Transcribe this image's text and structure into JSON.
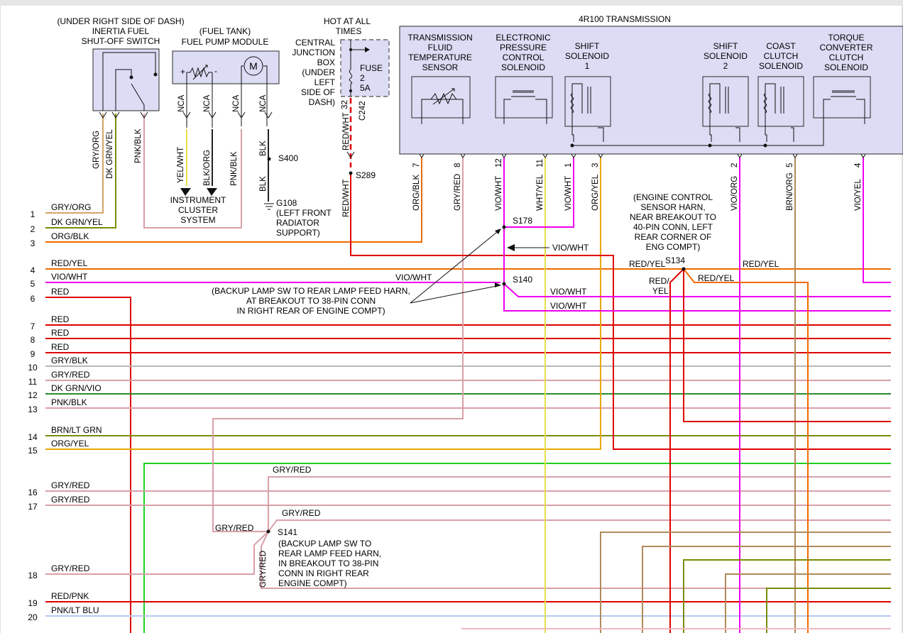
{
  "colors": {
    "RED": "#e00000",
    "ORANGE": "#ef6a00",
    "MAGENTA": "#ee00ee",
    "PINK": "#d9a0a8",
    "GRAY": "#b8b8b8",
    "GREEN": "#1fcf1f",
    "DKGREEN": "#2e8b2e",
    "OLIVE": "#7a8c00",
    "YELLOW": "#e6df4a",
    "TAN": "#d6a56a",
    "BROWN": "#b08a5a",
    "GOLD": "#e7a800",
    "LIGHTBLUE": "#b8c8f0",
    "BLACK": "#222222",
    "LIGHTPINK": "#f0b8c0"
  },
  "left_rows": [
    {
      "num": "1",
      "label": "GRY/ORG"
    },
    {
      "num": "2",
      "label": "DK GRN/YEL"
    },
    {
      "num": "3",
      "label": "ORG/BLK"
    },
    {
      "num": "4",
      "label": "RED/YEL"
    },
    {
      "num": "5",
      "label": "VIO/WHT"
    },
    {
      "num": "6",
      "label": "RED"
    },
    {
      "num": "7",
      "label": "RED"
    },
    {
      "num": "8",
      "label": "RED"
    },
    {
      "num": "9",
      "label": "RED"
    },
    {
      "num": "10",
      "label": "GRY/BLK"
    },
    {
      "num": "11",
      "label": "GRY/RED"
    },
    {
      "num": "12",
      "label": "DK GRN/VIO"
    },
    {
      "num": "13",
      "label": "PNK/BLK"
    },
    {
      "num": "14",
      "label": "BRN/LT GRN"
    },
    {
      "num": "15",
      "label": "ORG/YEL"
    },
    {
      "num": "16",
      "label": "GRY/RED"
    },
    {
      "num": "17",
      "label": "GRY/RED"
    },
    {
      "num": "18",
      "label": "GRY/RED"
    },
    {
      "num": "19",
      "label": "RED/PNK"
    },
    {
      "num": "20",
      "label": "PNK/LT BLU"
    }
  ],
  "inertia": {
    "note": "(UNDER RIGHT SIDE OF DASH)",
    "title1": "INERTIA FUEL",
    "title2": "SHUT-OFF SWITCH",
    "w1": "GRY/ORG",
    "w2": "DK GRN/YEL",
    "w3": "PNK/BLK"
  },
  "fuelpump": {
    "note": "(FUEL TANK)",
    "title": "FUEL PUMP MODULE",
    "motor": "M",
    "plus": "+",
    "minus": "-",
    "nca": "NCA",
    "w1": "YEL/WHT",
    "w2": "BLK/ORG",
    "w3": "PNK/BLK",
    "w4": "BLK",
    "w5": "BLK"
  },
  "cluster": {
    "l1": "INSTRUMENT",
    "l2": "CLUSTER",
    "l3": "SYSTEM"
  },
  "s400": "S400",
  "g108": {
    "name": "G108",
    "l1": "(LEFT FRONT",
    "l2": "RADIATOR",
    "l3": "SUPPORT)"
  },
  "junction": {
    "hot1": "HOT AT ALL",
    "hot2": "TIMES",
    "l1": "CENTRAL",
    "l2": "JUNCTION",
    "l3": "BOX",
    "l4": "(UNDER",
    "l5": "LEFT",
    "l6": "SIDE OF",
    "l7": "DASH)",
    "fuse": "FUSE",
    "fuse_num": "2",
    "fuse_amp": "5A",
    "pin": "32",
    "conn": "C242",
    "w1": "RED/WHT",
    "w2": "RED/WHT",
    "splice": "S289"
  },
  "trans": {
    "title": "4R100 TRANSMISSION",
    "tft": [
      "TRANSMISSION",
      "FLUID",
      "TEMPERATURE",
      "SENSOR"
    ],
    "epc": [
      "ELECTRONIC",
      "PRESSURE",
      "CONTROL",
      "SOLENOID"
    ],
    "ss1": [
      "SHIFT",
      "SOLENOID",
      "1"
    ],
    "ss2": [
      "SHIFT",
      "SOLENOID",
      "2"
    ],
    "ccs": [
      "COAST",
      "CLUTCH",
      "SOLENOID"
    ],
    "tcc": [
      "TORQUE",
      "CONVERTER",
      "CLUTCH",
      "SOLENOID"
    ],
    "pins": [
      {
        "num": "7",
        "label": "ORG/BLK"
      },
      {
        "num": "8",
        "label": "GRY/RED"
      },
      {
        "num": "12",
        "label": "VIO/WHT"
      },
      {
        "num": "11",
        "label": "WHT/YEL"
      },
      {
        "num": "1",
        "label": "VIO/WHT"
      },
      {
        "num": "3",
        "label": "ORG/YEL"
      },
      {
        "num": "2",
        "label": "VIO/ORG"
      },
      {
        "num": "5",
        "label": "BRN/ORG"
      },
      {
        "num": "4",
        "label": "VIO/YEL"
      }
    ]
  },
  "splices": {
    "s178": "S178",
    "s140": "S140",
    "s134": "S134",
    "s141": "S141",
    "vio_wht": "VIO/WHT",
    "red_yel": "RED/YEL",
    "red_slash": "RED/",
    "yel": "YEL",
    "gry_red": "GRY/RED"
  },
  "ecs_note": [
    "(ENGINE CONTROL",
    "SENSOR HARN,",
    "NEAR BREAKOUT TO",
    "40-PIN CONN, LEFT",
    "REAR CORNER OF",
    "ENG COMPT)"
  ],
  "backup_note1": [
    "(BACKUP LAMP SW TO REAR LAMP FEED HARN,",
    "AT BREAKOUT TO 38-PIN CONN",
    "IN RIGHT REAR OF ENGINE COMPT)"
  ],
  "backup_note2": [
    "(BACKUP LAMP SW TO",
    "REAR LAMP FEED HARN,",
    "IN BREAKOUT TO 38-PIN",
    "CONN IN RIGHT REAR",
    "ENGINE COMPT)"
  ]
}
